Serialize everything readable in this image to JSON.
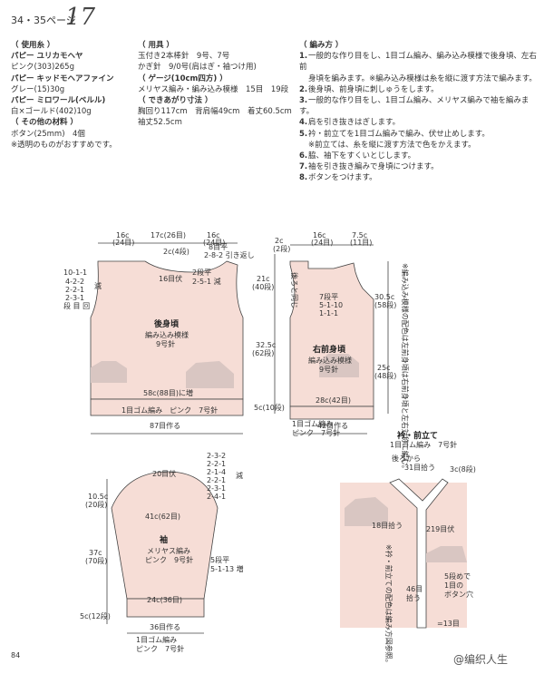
{
  "header": {
    "pages": "34・35ページ",
    "number": "17"
  },
  "materials": {
    "title": "（ 使用糸 ）",
    "lines": [
      "パピー ユリカモヘヤ",
      "ピンク(303)265g",
      "パピー キッドモヘアファイン",
      "グレー(15)30g",
      "パピー ミロワール(ベルル)",
      "白×ゴールド(402)10g"
    ],
    "other_title": "（ その他の材料 ）",
    "other": [
      "ボタン(25mm)　4個",
      "※透明のものがおすすめです。"
    ]
  },
  "tools": {
    "title": "（ 用具 ）",
    "lines": [
      "玉付き2本棒針　9号、7号",
      "かぎ針　9/0号(肩はぎ・袖つけ用)"
    ],
    "gauge_title": "（ ゲージ(10cm四方) ）",
    "gauge": "メリヤス編み・編み込み模様　15目　19段",
    "size_title": "（ できあがり寸法 ）",
    "size": [
      "胸回り117cm　背肩幅49cm　着丈60.5cm",
      "袖丈52.5cm"
    ]
  },
  "steps": {
    "title": "（ 編み方 ）",
    "items": [
      {
        "n": "1.",
        "t": "一般的な作り目をし、1目ゴム編み、編み込み模様で後身頃、左右前"
      },
      {
        "n": "",
        "t": "身頃を編みます。※編み込み模様は糸を縦に渡す方法で編みます。"
      },
      {
        "n": "2.",
        "t": "後身頃、前身頃に刺しゅうをします。"
      },
      {
        "n": "3.",
        "t": "一般的な作り目をし、1目ゴム編み、メリヤス編みで袖を編みます。"
      },
      {
        "n": "4.",
        "t": "肩を引き抜きはぎします。"
      },
      {
        "n": "5.",
        "t": "衿・前立てを1目ゴム編みで編み、伏せ止めします。"
      },
      {
        "n": "",
        "t": "※前立ては、糸を縦に渡す方法で色をかえます。"
      },
      {
        "n": "6.",
        "t": "脇、袖下をすくいとじします。"
      },
      {
        "n": "7.",
        "t": "袖を引き抜き編みで身頃につけます。"
      },
      {
        "n": "8.",
        "t": "ボタンをつけます。"
      }
    ]
  },
  "back": {
    "title": "後身頃",
    "pattern": "編み込み模様",
    "needle": "9号針",
    "top_widths": [
      "16c",
      "(24目)",
      "17c(26目)",
      "16c",
      "(24目)"
    ],
    "neck": [
      "2c(4段)",
      "8目平",
      "2-8-2 引き返し",
      "16目伏",
      "2段平",
      "2-5-1 減"
    ],
    "armhole": [
      "10-1-1",
      "4-2-2",
      "2-2-1",
      "2-3-1",
      "段 目 回"
    ],
    "armhole_note": "減",
    "side": [
      "21c",
      "(40段)",
      "32.5c",
      "(62段)",
      "5c(10段)"
    ],
    "bottom": [
      "58c(88目)に増",
      "1目ゴム編み　ピンク　7号針",
      "87目作る"
    ]
  },
  "front": {
    "title": "右前身頃",
    "pattern": "編み込み模様",
    "needle": "9号針",
    "top": [
      "16c",
      "(24目)",
      "7.5c",
      "(11目)"
    ],
    "top2": [
      "2c",
      "(2段)"
    ],
    "side_note": "後ろと同じ",
    "neck": [
      "7段平",
      "5-1-10",
      "1-1-1"
    ],
    "right": [
      "30.5c",
      "(58段)",
      "25c",
      "(48段)"
    ],
    "bottom": [
      "28c(42目)",
      "1目ゴム編み",
      "ピンク　7号針",
      "42目作る"
    ],
    "note": "※編み込み模様の配色は左前身頃は右前身頃と左右対称に編む。"
  },
  "sleeve": {
    "title": "袖",
    "pattern": "メリヤス編み",
    "color": "ピンク　9号針",
    "top": [
      "20目伏"
    ],
    "cap": [
      "2-3-2",
      "2-2-1",
      "2-1-4",
      "2-2-1",
      "2-3-1",
      "2-4-1"
    ],
    "cap_note": "減",
    "left": [
      "10.5c",
      "(20段)",
      "37c",
      "(70段)",
      "5c(12段)"
    ],
    "mid": "41c(62目)",
    "inc": [
      "5段平",
      "5-1-13 増"
    ],
    "bottom": [
      "24c(36目)",
      "36目作る",
      "1目ゴム編み",
      "ピンク　7号針"
    ]
  },
  "collar": {
    "title": "衿・前立て",
    "sub": "1目ゴム編み　7号針",
    "labels": [
      "後ろから",
      "31目拾う",
      "3c(8段)",
      "18目拾う",
      "219目伏",
      "5段めで",
      "1目の",
      "ボタン穴",
      "46目",
      "拾う",
      "=13目"
    ],
    "note": "※衿・前立ての配色は編み方図参照。"
  },
  "footer": {
    "page": "84",
    "watermark": "@编织人生"
  },
  "colors": {
    "pink": "#f6ddd6",
    "gray": "#d9c6c2",
    "line": "#444444"
  }
}
